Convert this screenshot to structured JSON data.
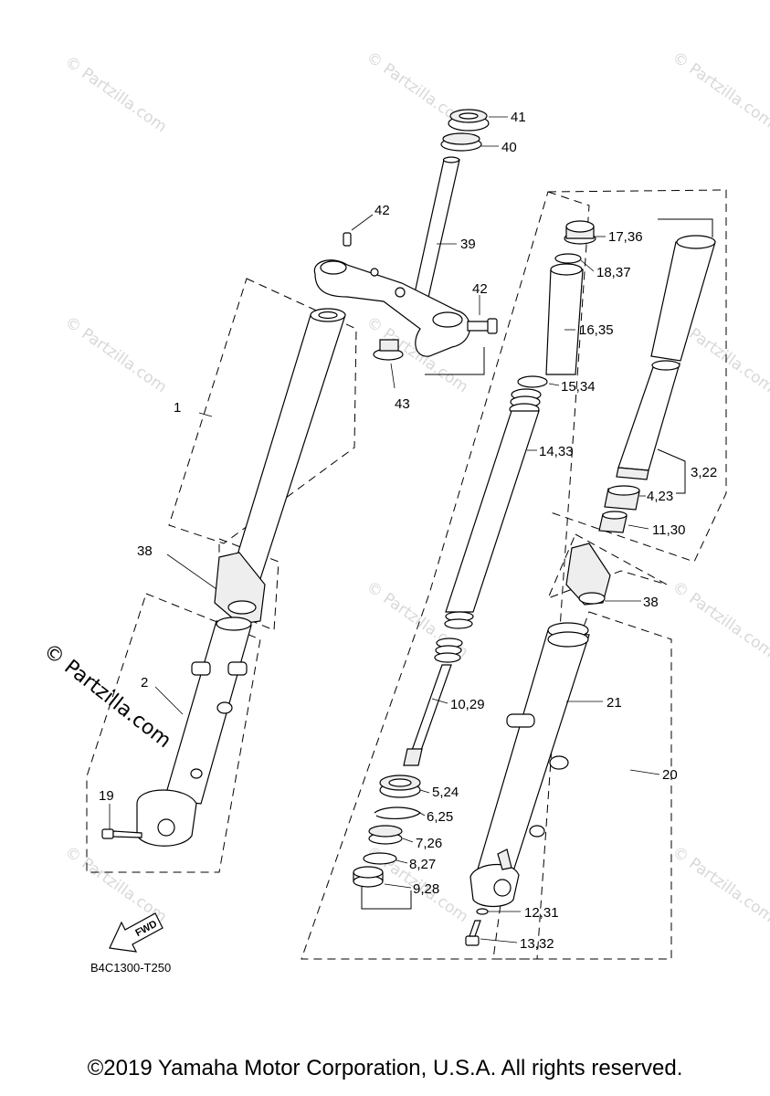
{
  "watermark": "© Partzilla.com",
  "drawing_code": "B4C1300-T250",
  "fwd_label": "FWD",
  "copyright": "©2019 Yamaha Motor Corporation, U.S.A. All rights reserved.",
  "callouts": {
    "c1": "1",
    "c2": "2",
    "c3_22": "3,22",
    "c4_23": "4,23",
    "c5_24": "5,24",
    "c6_25": "6,25",
    "c7_26": "7,26",
    "c8_27": "8,27",
    "c9_28": "9,28",
    "c10_29": "10,29",
    "c11_30": "11,30",
    "c12_31": "12,31",
    "c13_32": "13,32",
    "c14_33": "14,33",
    "c15_34": "15,34",
    "c16_35": "16,35",
    "c17_36": "17,36",
    "c18_37": "18,37",
    "c19": "19",
    "c20": "20",
    "c21": "21",
    "c38a": "38",
    "c38b": "38",
    "c39": "39",
    "c40": "40",
    "c41": "41",
    "c42a": "42",
    "c42b": "42",
    "c43": "43"
  }
}
